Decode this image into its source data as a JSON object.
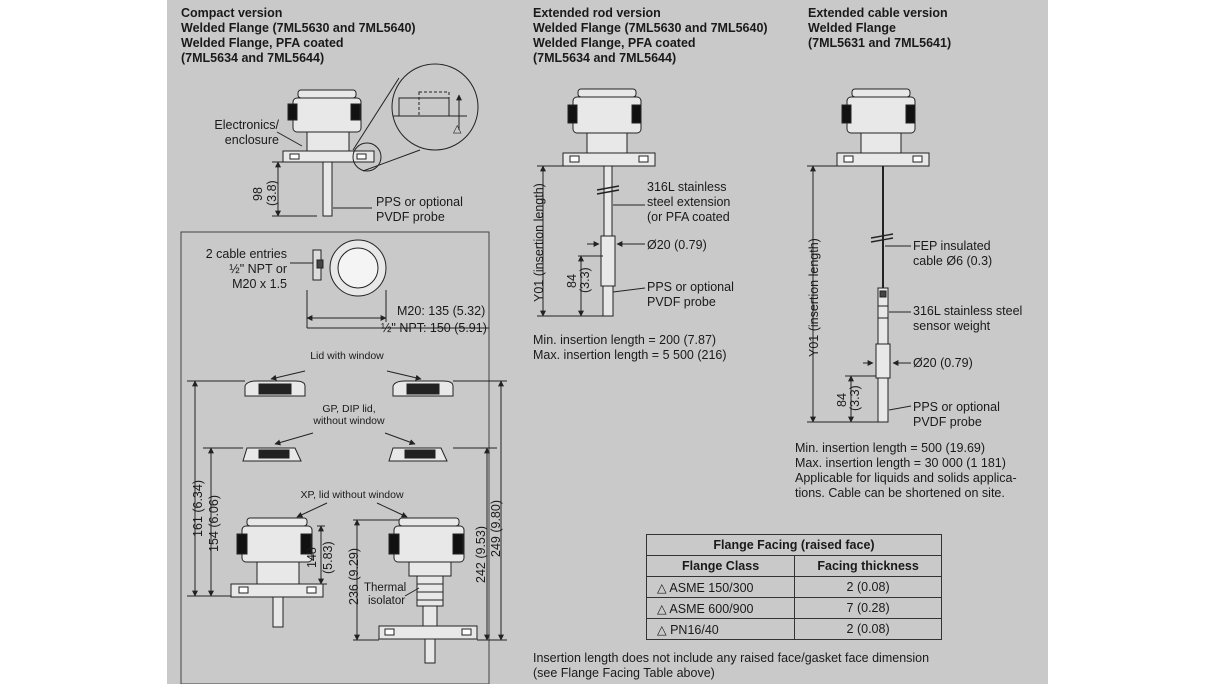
{
  "headings": {
    "compact": [
      "Compact version",
      "Welded Flange (7ML5630 and 7ML5640)",
      "Welded Flange, PFA coated",
      "(7ML5634 and 7ML5644)"
    ],
    "rod": [
      "Extended rod version",
      "Welded Flange (7ML5630 and 7ML5640)",
      "Welded Flange, PFA coated",
      "(7ML5634 and 7ML5644)"
    ],
    "cable": [
      "Extended cable version",
      "Welded Flange",
      "(7ML5631 and 7ML5641)"
    ]
  },
  "compact": {
    "electronics_label": [
      "Electronics/",
      "enclosure"
    ],
    "dim_98": "98",
    "dim_98_in": "(3.8)",
    "probe_label": [
      "PPS or optional",
      "PVDF probe"
    ],
    "detail_marker": "△"
  },
  "box": {
    "cable_entries": [
      "2 cable entries",
      "½\" NPT or",
      "M20 x 1.5"
    ],
    "m20": "M20: 135 (5.32)",
    "npt": "½\" NPT: 150 (5.91)",
    "lid_with_window": "Lid with window",
    "gp_dip_lid": [
      "GP, DIP lid,",
      "without window"
    ],
    "xp_lid": "XP, lid without window",
    "thermal_isolator": [
      "Thermal",
      "isolator"
    ],
    "dim_161": "161 (6.34)",
    "dim_154": "154 (6.06)",
    "dim_148": "148",
    "dim_148_in": "(5.83)",
    "dim_236": "236 (9.29)",
    "dim_242": "242 (9.53)",
    "dim_249": "249 (9.80)"
  },
  "rod": {
    "extension_label": [
      "316L stainless",
      "steel extension",
      "(or PFA coated"
    ],
    "diameter": "Ø20 (0.79)",
    "probe_label": [
      "PPS or optional",
      "PVDF probe"
    ],
    "y01": "Y01 (insertion length)",
    "dim_84": "84",
    "dim_84_in": "(3.3)",
    "min_len": "Min. insertion length = 200 (7.87)",
    "max_len": "Max. insertion length = 5 500 (216)"
  },
  "cable": {
    "fep_label": [
      "FEP insulated",
      "cable Ø6 (0.3)"
    ],
    "weight_label": [
      "316L stainless steel",
      "sensor weight"
    ],
    "diameter": "Ø20 (0.79)",
    "probe_label": [
      "PPS or optional",
      "PVDF probe"
    ],
    "y01": "Y01 (insertion length)",
    "dim_84": "84",
    "dim_84_in": "(3.3)",
    "notes": [
      "Min. insertion length = 500 (19.69)",
      "Max. insertion length = 30 000 (1 181)",
      "Applicable for liquids and solids applica-",
      "tions. Cable can be shortened on site."
    ]
  },
  "flange_table": {
    "caption": "Flange Facing (raised face)",
    "headers": [
      "Flange Class",
      "Facing thickness"
    ],
    "rows": [
      {
        "cls": "△  ASME 150/300",
        "thk": "2 (0.08)"
      },
      {
        "cls": "△  ASME 600/900",
        "thk": "7 (0.28)"
      },
      {
        "cls": "△  PN16/40",
        "thk": "2 (0.08)"
      }
    ]
  },
  "footnote": [
    "Insertion length does not include any raised face/gasket face dimension",
    "(see Flange Facing Table above)"
  ]
}
